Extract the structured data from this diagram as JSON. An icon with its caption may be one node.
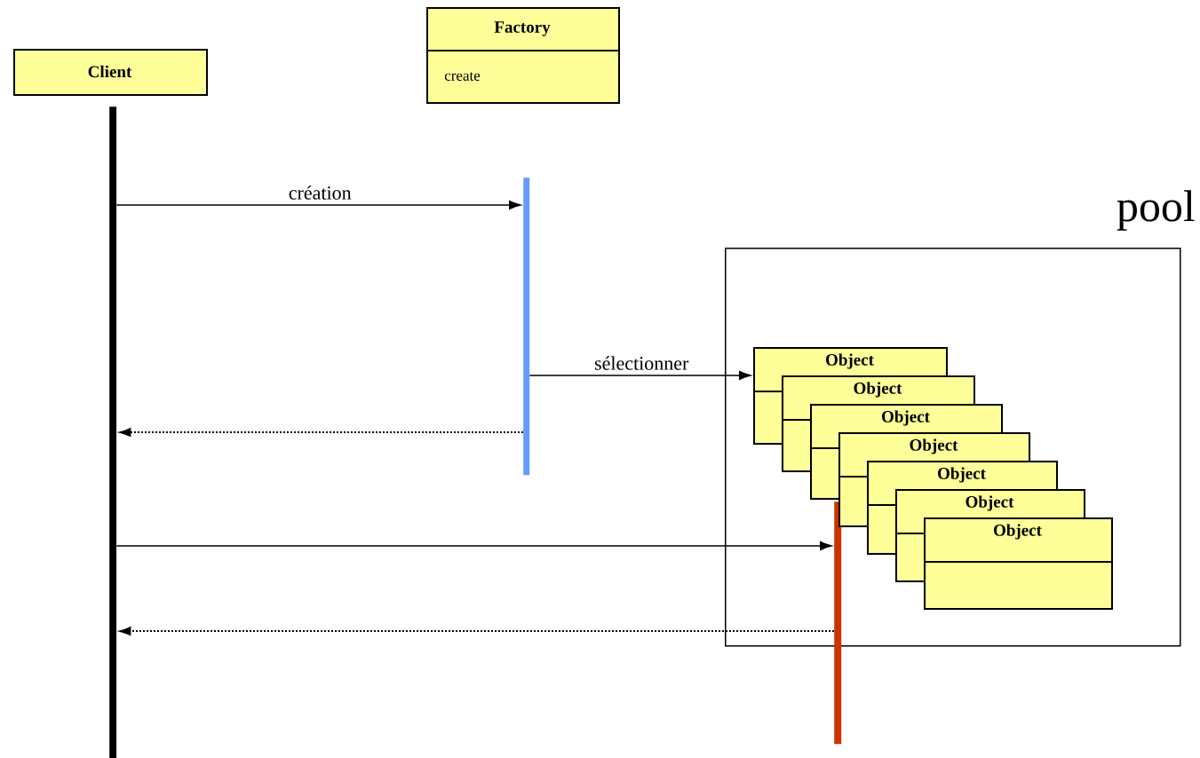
{
  "diagram": {
    "nodes": [
      {
        "text": [
          "Client"
        ]
      },
      {
        "text": [
          "Factory",
          "create"
        ]
      },
      {
        "text": [],
        "shape": "bar"
      },
      {
        "text": [],
        "shape": "bar"
      },
      {
        "text": [
          "pool"
        ]
      },
      {
        "text": [
          "Object"
        ],
        "in": 4
      },
      {
        "text": [
          "Object"
        ],
        "in": 4
      },
      {
        "text": [
          "Object"
        ],
        "in": 4
      },
      {
        "text": [
          "Object"
        ],
        "in": 4
      },
      {
        "text": [
          "Object"
        ],
        "in": 4
      },
      {
        "text": [
          "Object"
        ],
        "in": 4
      },
      {
        "text": [
          "Object"
        ],
        "in": 4
      },
      {
        "text": [],
        "shape": "bar"
      }
    ],
    "edges": [
      {
        "from": 2,
        "to": 3,
        "arrow": "to",
        "label": "création"
      },
      {
        "from": 3,
        "to": 5,
        "arrow": "to",
        "label": "sélectionner"
      },
      {
        "from": 3,
        "to": 2,
        "arrow": "to",
        "style": "dashed"
      },
      {
        "from": 2,
        "to": 12,
        "arrow": "to"
      },
      {
        "from": 12,
        "to": 2,
        "arrow": "to",
        "style": "dashed"
      }
    ]
  }
}
